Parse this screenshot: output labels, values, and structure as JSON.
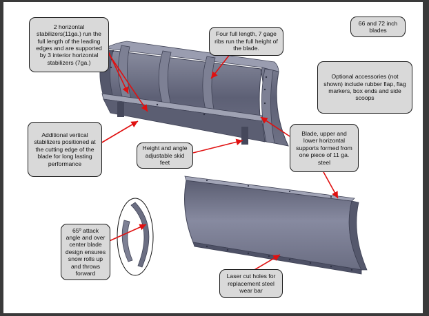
{
  "colors": {
    "page_background": "#3a3a3a",
    "canvas_background": "#ffffff",
    "callout_fill": "#d9d9d9",
    "callout_border": "#1a1a1a",
    "arrow": "#e01010",
    "blade_steel": "#6b6e82",
    "blade_dark": "#4d5064",
    "blade_light": "#8a8da0"
  },
  "callouts": {
    "horizontal_stabilizers": "2 horizontal stabilizers(11ga.) run the full length of the leading edges and are supported by 3 interior horizontal stabilizers (7ga.)",
    "ribs": "Four full length, 7 gage ribs run the full height of the blade.",
    "blade_sizes": "66 and 72 inch blades",
    "optional_accessories": "Optional accessories (not shown) include rubber flap, flag markers, box ends and side scoops",
    "vertical_stabilizers": "Additional vertical stabilizers positioned at the cutting edge of the blade for long lasting performance",
    "skid_feet": "Height and angle adjustable skid feet",
    "one_piece_steel": "Blade, upper and lower horizontal supports formed from one piece of 11 ga. steel",
    "attack_angle": "65º attack angle and over center blade design ensures snow rolls up and throws forward",
    "laser_holes": "Laser cut holes for replacement steel wear bar"
  }
}
